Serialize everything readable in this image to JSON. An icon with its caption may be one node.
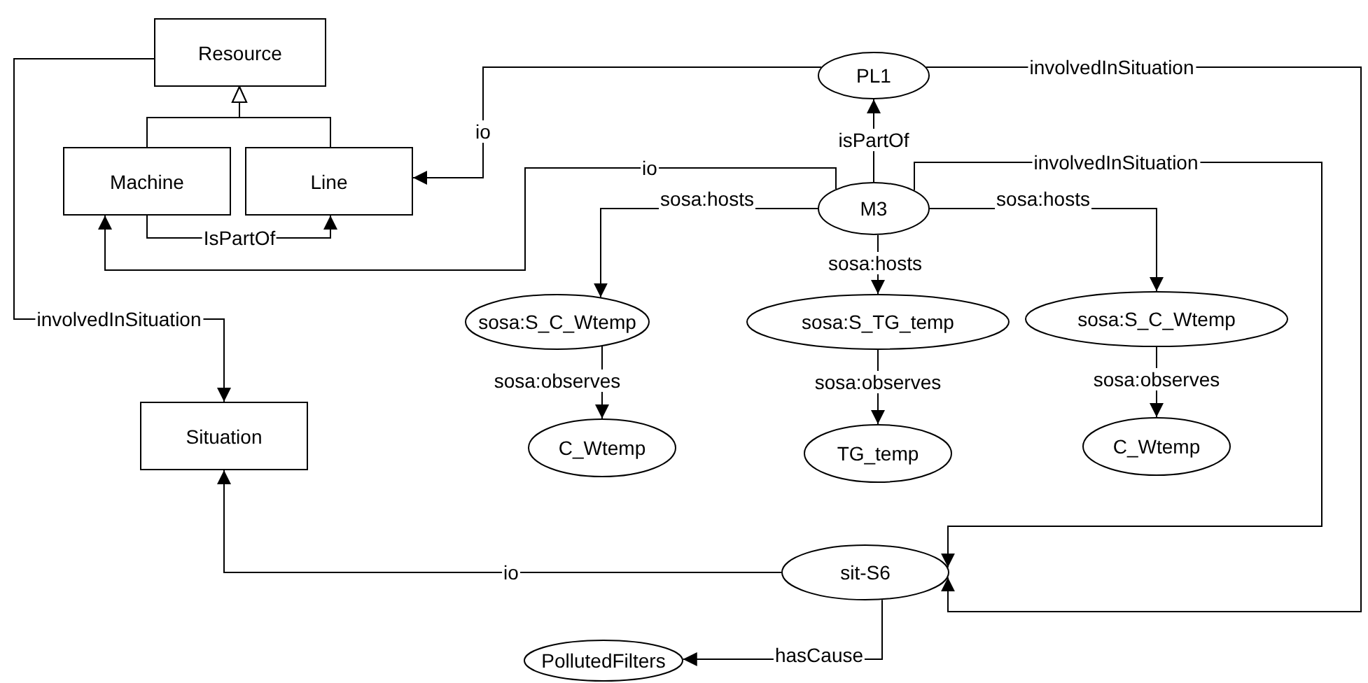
{
  "diagram": {
    "nodes": [
      {
        "text": [
          "Resource"
        ]
      },
      {
        "text": [
          "Machine"
        ]
      },
      {
        "text": [
          "Line"
        ]
      },
      {
        "text": [
          "Situation"
        ]
      },
      {
        "text": [
          "PL1"
        ]
      },
      {
        "text": [
          "M3"
        ]
      },
      {
        "text": [
          "sosa:S_C_Wtemp"
        ]
      },
      {
        "text": [
          "sosa:S_TG_temp"
        ]
      },
      {
        "text": [
          "sosa:S_C_Wtemp"
        ]
      },
      {
        "text": [
          "C_Wtemp"
        ]
      },
      {
        "text": [
          "TG_temp"
        ]
      },
      {
        "text": [
          "C_Wtemp"
        ]
      },
      {
        "text": [
          "sit-S6"
        ]
      },
      {
        "text": [
          "PollutedFilters"
        ]
      }
    ],
    "edges": [
      {
        "from": 1,
        "to": 0,
        "arrow": "to"
      },
      {
        "from": 2,
        "to": 0,
        "arrow": "to"
      },
      {
        "from": 1,
        "to": 2,
        "label": "IsPartOf",
        "arrow": "to"
      },
      {
        "from": 4,
        "to": 2,
        "label": "io",
        "arrow": "to"
      },
      {
        "from": 4,
        "to": 12,
        "label": "involvedInSituation",
        "arrow": "to"
      },
      {
        "from": 5,
        "to": 4,
        "label": "isPartOf",
        "arrow": "to"
      },
      {
        "from": 5,
        "to": 1,
        "label": "io",
        "arrow": "to"
      },
      {
        "from": 5,
        "to": 12,
        "label": "involvedInSituation",
        "arrow": "to"
      },
      {
        "from": 5,
        "to": 6,
        "label": "sosa:hosts",
        "arrow": "to"
      },
      {
        "from": 5,
        "to": 7,
        "label": "sosa:hosts",
        "arrow": "to"
      },
      {
        "from": 5,
        "to": 8,
        "label": "sosa:hosts",
        "arrow": "to"
      },
      {
        "from": 6,
        "to": 9,
        "label": "sosa:observes",
        "arrow": "to"
      },
      {
        "from": 7,
        "to": 10,
        "label": "sosa:observes",
        "arrow": "to"
      },
      {
        "from": 8,
        "to": 11,
        "label": "sosa:observes",
        "arrow": "to"
      },
      {
        "from": 0,
        "to": 3,
        "label": "involvedInSituation",
        "arrow": "to"
      },
      {
        "from": 12,
        "to": 3,
        "label": "io",
        "arrow": "to"
      },
      {
        "from": 12,
        "to": 13,
        "label": "hasCause",
        "arrow": "to"
      }
    ]
  }
}
